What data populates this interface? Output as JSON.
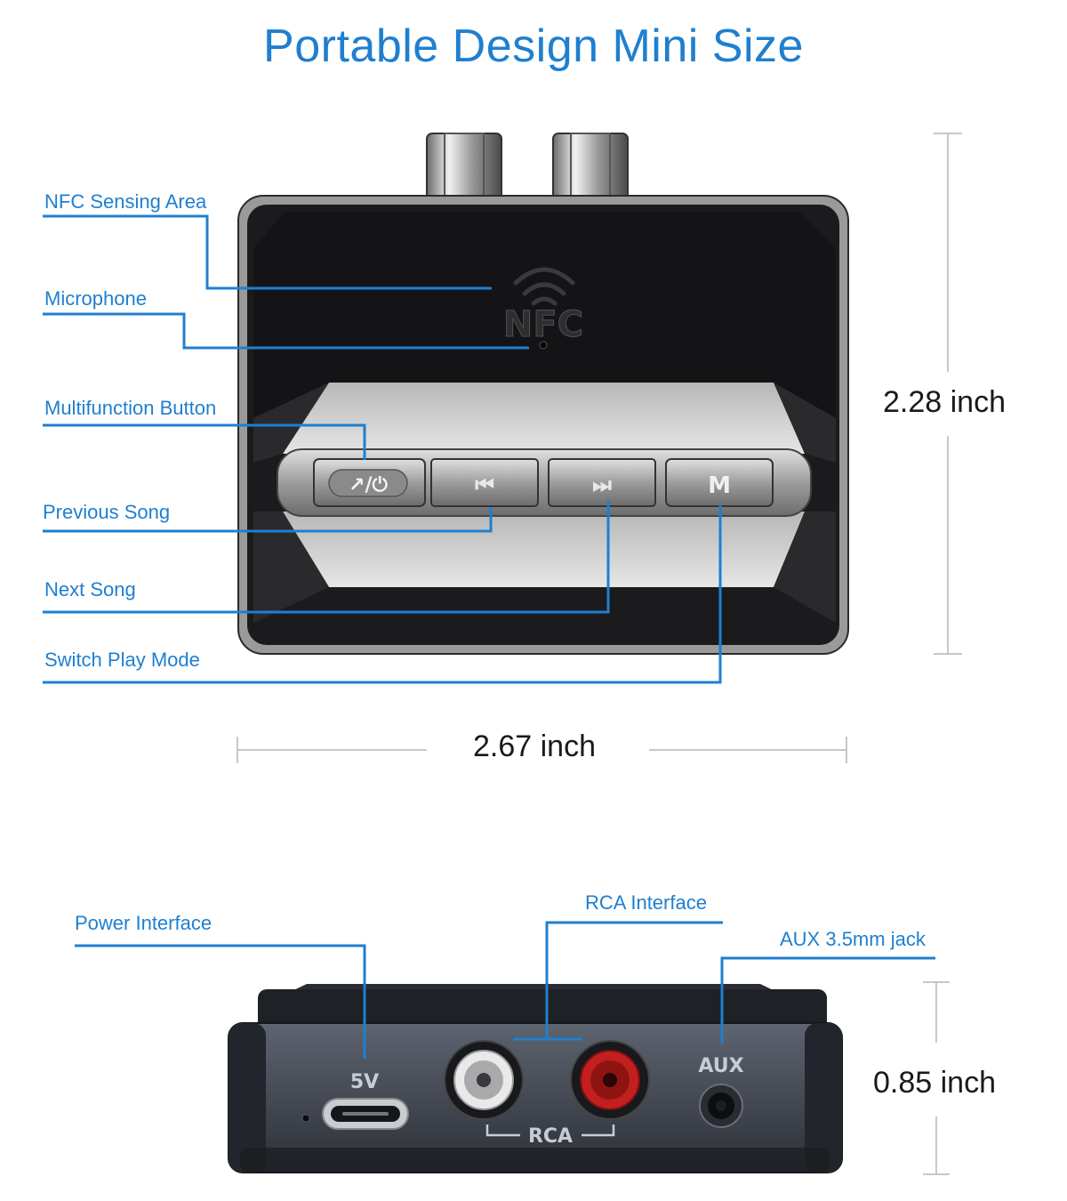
{
  "title": "Portable Design Mini Size",
  "colors": {
    "accent": "#1f7fd0",
    "device_body": "#1b1b1d",
    "rca_red": "#c21f1f"
  },
  "top_view": {
    "callouts": [
      "NFC Sensing Area",
      "Microphone",
      "Multifunction Button",
      "Previous Song",
      "Next Song",
      "Switch Play Mode"
    ],
    "nfc_label": "NFC",
    "buttons": [
      {
        "icon": "call-power-icon",
        "label": "↗/⏻"
      },
      {
        "icon": "previous-icon",
        "label": "⏮"
      },
      {
        "icon": "next-icon",
        "label": "⏭"
      },
      {
        "icon": "mode-icon",
        "label": "M"
      }
    ],
    "height_dim": "2.28 inch",
    "width_dim": "2.67 inch"
  },
  "side_view": {
    "callouts": {
      "power": "Power Interface",
      "rca": "RCA Interface",
      "aux": "AUX 3.5mm jack"
    },
    "port_labels": {
      "power": "5V",
      "rca": "RCA",
      "aux": "AUX"
    },
    "height_dim": "0.85 inch"
  }
}
